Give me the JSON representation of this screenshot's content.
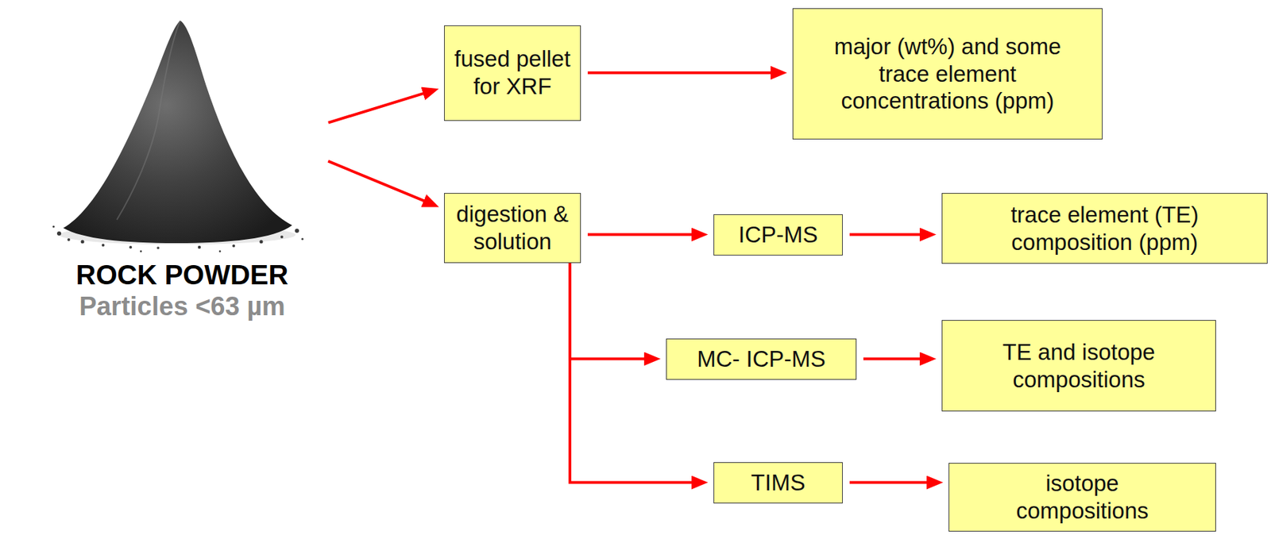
{
  "diagram": {
    "nodes": [
      {
        "text": [
          "ROCK POWDER",
          "Particles <63 µm"
        ]
      },
      {
        "text": [
          "fused pellet for XRF"
        ]
      },
      {
        "text": [
          "major (wt%) and some trace element concentrations (ppm)"
        ]
      },
      {
        "text": [
          "digestion & solution"
        ]
      },
      {
        "text": [
          "ICP-MS"
        ]
      },
      {
        "text": [
          "trace element (TE) composition (ppm)"
        ]
      },
      {
        "text": [
          "MC- ICP-MS"
        ]
      },
      {
        "text": [
          "TE and isotope compositions"
        ]
      },
      {
        "text": [
          "TIMS"
        ]
      },
      {
        "text": [
          "isotope compositions"
        ]
      }
    ],
    "edges": [
      {
        "from": 0,
        "to": 1,
        "arrow": "to"
      },
      {
        "from": 1,
        "to": 2,
        "arrow": "to"
      },
      {
        "from": 0,
        "to": 3,
        "arrow": "to"
      },
      {
        "from": 3,
        "to": 4,
        "arrow": "to"
      },
      {
        "from": 4,
        "to": 5,
        "arrow": "to"
      },
      {
        "from": 3,
        "to": 6,
        "arrow": "to"
      },
      {
        "from": 6,
        "to": 7,
        "arrow": "to"
      },
      {
        "from": 3,
        "to": 8,
        "arrow": "to"
      },
      {
        "from": 8,
        "to": 9,
        "arrow": "to"
      }
    ]
  }
}
